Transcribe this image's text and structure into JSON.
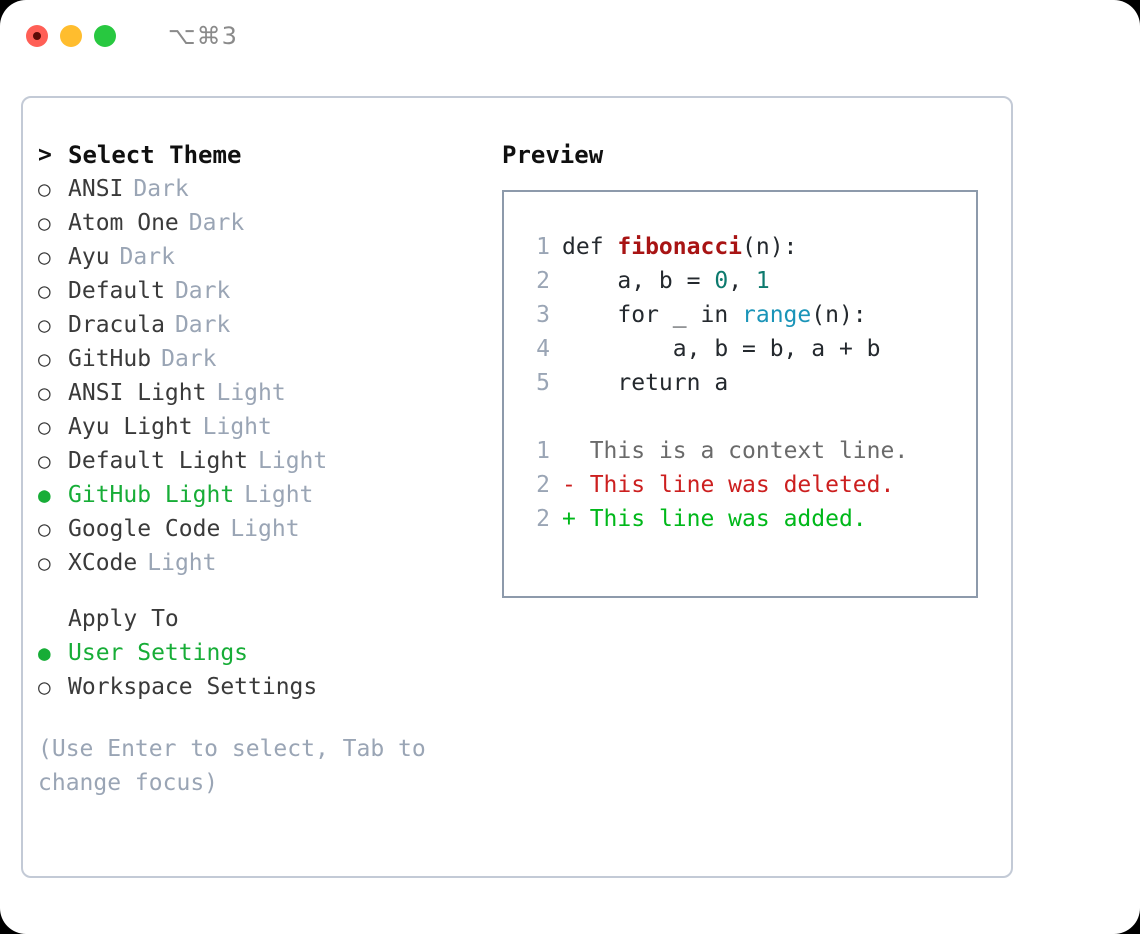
{
  "window": {
    "shortcut": "⌥⌘3",
    "traffic_lights": [
      {
        "name": "close",
        "color": "#ff5f56"
      },
      {
        "name": "minimize",
        "color": "#ffbd2e"
      },
      {
        "name": "maximize",
        "color": "#28c840"
      }
    ]
  },
  "theme_picker": {
    "prompt_caret": ">",
    "title": "Select Theme",
    "bullet_selected": "●",
    "bullet_unselected": "○",
    "items": [
      {
        "label": "ANSI",
        "badge": "Dark",
        "selected": false
      },
      {
        "label": "Atom One",
        "badge": "Dark",
        "selected": false
      },
      {
        "label": "Ayu",
        "badge": "Dark",
        "selected": false
      },
      {
        "label": "Default",
        "badge": "Dark",
        "selected": false
      },
      {
        "label": "Dracula",
        "badge": "Dark",
        "selected": false
      },
      {
        "label": "GitHub",
        "badge": "Dark",
        "selected": false
      },
      {
        "label": "ANSI Light",
        "badge": "Light",
        "selected": false
      },
      {
        "label": "Ayu Light",
        "badge": "Light",
        "selected": false
      },
      {
        "label": "Default Light",
        "badge": "Light",
        "selected": false
      },
      {
        "label": "GitHub Light",
        "badge": "Light",
        "selected": true
      },
      {
        "label": "Google Code",
        "badge": "Light",
        "selected": false
      },
      {
        "label": "XCode",
        "badge": "Light",
        "selected": false
      }
    ]
  },
  "apply_to": {
    "title": "Apply To",
    "items": [
      {
        "label": "User Settings",
        "selected": true
      },
      {
        "label": "Workspace Settings",
        "selected": false
      }
    ]
  },
  "hint": "(Use Enter to select, Tab to change focus)",
  "preview": {
    "title": "Preview",
    "code_lines": [
      {
        "no": "1",
        "tokens": [
          {
            "t": "def ",
            "c": "tok-def"
          },
          {
            "t": "fibonacci",
            "c": "tok-fn"
          },
          {
            "t": "(n):",
            "c": "code-text"
          }
        ]
      },
      {
        "no": "2",
        "tokens": [
          {
            "t": "    a, b = ",
            "c": "code-text"
          },
          {
            "t": "0",
            "c": "tok-num"
          },
          {
            "t": ", ",
            "c": "code-text"
          },
          {
            "t": "1",
            "c": "tok-num"
          }
        ]
      },
      {
        "no": "3",
        "tokens": [
          {
            "t": "    for _ in ",
            "c": "code-text"
          },
          {
            "t": "range",
            "c": "tok-call"
          },
          {
            "t": "(n):",
            "c": "code-text"
          }
        ]
      },
      {
        "no": "4",
        "tokens": [
          {
            "t": "        a, b = b, a + b",
            "c": "code-text"
          }
        ]
      },
      {
        "no": "5",
        "tokens": [
          {
            "t": "    return a",
            "c": "code-text"
          }
        ]
      }
    ],
    "diff_lines": [
      {
        "no": "1",
        "marker": "  ",
        "text": "This is a context line.",
        "cls": "tok-ctx"
      },
      {
        "no": "2",
        "marker": "- ",
        "text": "This line was deleted.",
        "cls": "tok-del"
      },
      {
        "no": "2",
        "marker": "+ ",
        "text": "This line was added.",
        "cls": "tok-add"
      }
    ]
  },
  "colors": {
    "accent_green": "#17ad37",
    "badge_gray": "#9aa5b5",
    "border": "#c3cad6",
    "preview_border": "#8d9aab",
    "diff_add": "#00b81a",
    "diff_del": "#cc1f1f",
    "fn_red": "#a81414",
    "call_blue": "#1a94b8",
    "number_teal": "#0d7a6e"
  }
}
